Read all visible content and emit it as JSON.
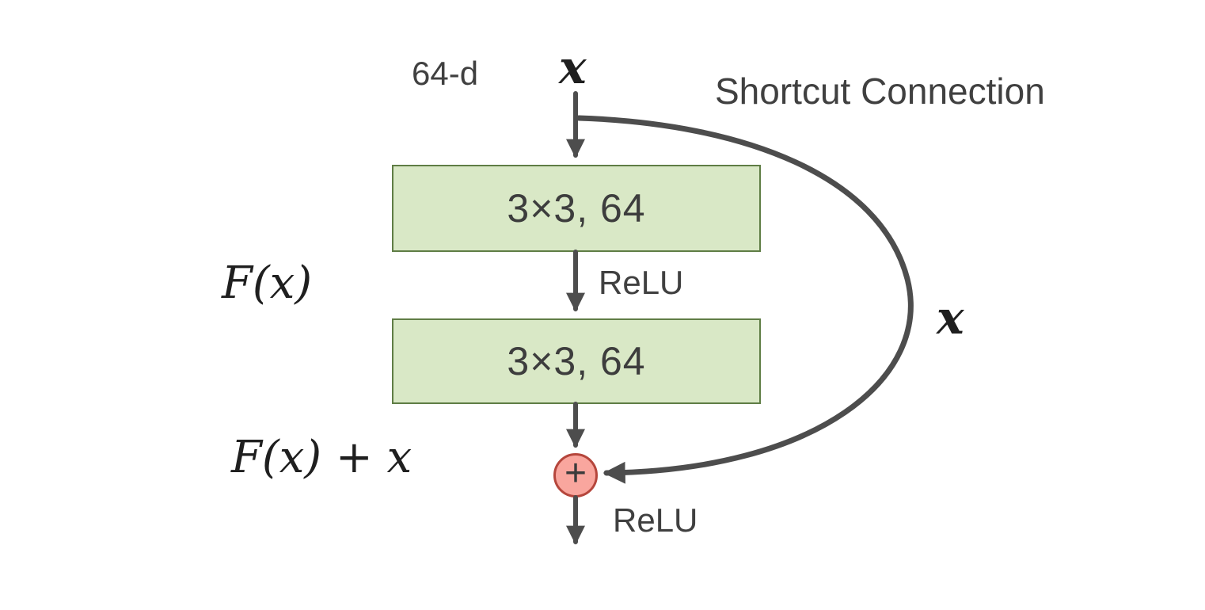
{
  "diagram": {
    "labels": {
      "dimension": "64-d",
      "input": "x",
      "shortcut": "Shortcut Connection",
      "residual_function": "F(x)",
      "relu_mid": "ReLU",
      "output_sum": "F(x) + x",
      "relu_out": "ReLU",
      "identity": "x",
      "plus": "+"
    },
    "blocks": [
      {
        "label": "3×3, 64"
      },
      {
        "label": "3×3, 64"
      }
    ],
    "colors": {
      "block_fill": "#d9e8c6",
      "block_border": "#5f7d45",
      "sum_fill": "#f9a69e",
      "sum_border": "#b5463c",
      "line": "#4d4d4d",
      "text": "#404040",
      "math_text": "#1f1f1f",
      "background": "#ffffff"
    }
  }
}
